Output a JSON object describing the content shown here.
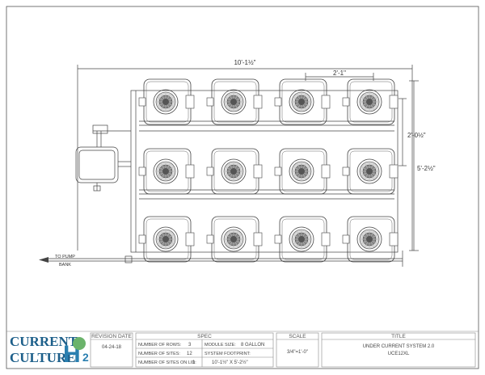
{
  "drawing": {
    "dimensions": {
      "overall_width": "10'-1½\"",
      "module_spacing": "2'-1\"",
      "row_spacing": "2'-0½\"",
      "overall_depth": "5'-2½\""
    },
    "pump_label_1": "TO PUMP",
    "pump_label_2": "BANK",
    "rows": 3,
    "modules_per_row": 4
  },
  "title_block": {
    "logo": {
      "line1": "CURRENT",
      "line2": "CULTURE",
      "h2o": "H2O"
    },
    "revision": {
      "header": "REVISION DATE",
      "date": "04-24-18"
    },
    "spec": {
      "header": "SPEC",
      "rows_label": "NUMBER OF ROWS:",
      "rows_value": "3",
      "sites_label": "NUMBER OF SITES:",
      "sites_value": "12",
      "sites_lid_label": "NUMBER OF SITES ON LID:",
      "sites_lid_value": "1",
      "module_size_label": "MODULE SIZE:",
      "module_size_value": "8 GALLON",
      "footprint_label": "SYSTEM FOOTPRINT:",
      "footprint_value": "10'-1½\" X 5'-2½\""
    },
    "scale": {
      "header": "SCALE",
      "value": "3/4\"=1'-0\""
    },
    "title": {
      "header": "TITLE",
      "line1": "UNDER CURRENT SYSTEM 2.0",
      "line2": "UCE12XL"
    }
  }
}
